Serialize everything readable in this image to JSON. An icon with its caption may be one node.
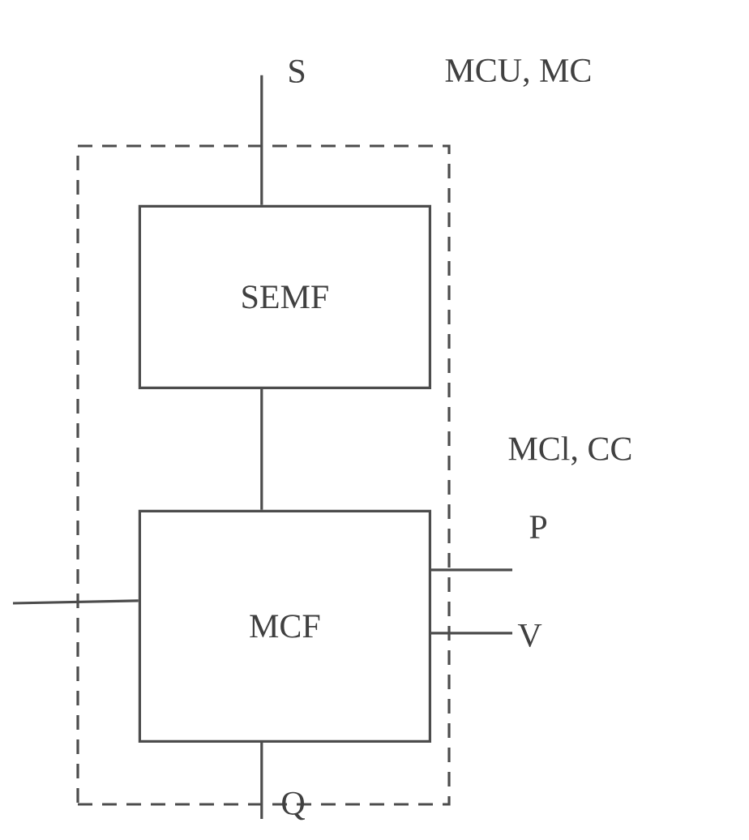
{
  "diagram": {
    "nodes": [
      {
        "text": [],
        "shape": "box"
      },
      {
        "text": [
          "SEMF"
        ],
        "in": 0
      },
      {
        "text": [
          "MCF"
        ],
        "in": 0
      },
      {
        "text": [
          "S"
        ]
      },
      {
        "text": [
          "Q"
        ]
      },
      {
        "text": [
          "P"
        ]
      },
      {
        "text": [
          "V"
        ]
      }
    ],
    "edges": [
      {
        "from": 3,
        "to": 1,
        "arrow": "none"
      },
      {
        "from": 1,
        "to": 2,
        "arrow": "none"
      },
      {
        "from": 2,
        "to": 4,
        "arrow": "none"
      },
      {
        "from": 2,
        "to": 5,
        "arrow": "none"
      },
      {
        "from": 2,
        "to": 6,
        "arrow": "none"
      },
      {
        "from": null,
        "to": 2,
        "arrow": "none"
      }
    ],
    "labels": [
      "MCU, MC",
      "MCl, CC"
    ]
  }
}
